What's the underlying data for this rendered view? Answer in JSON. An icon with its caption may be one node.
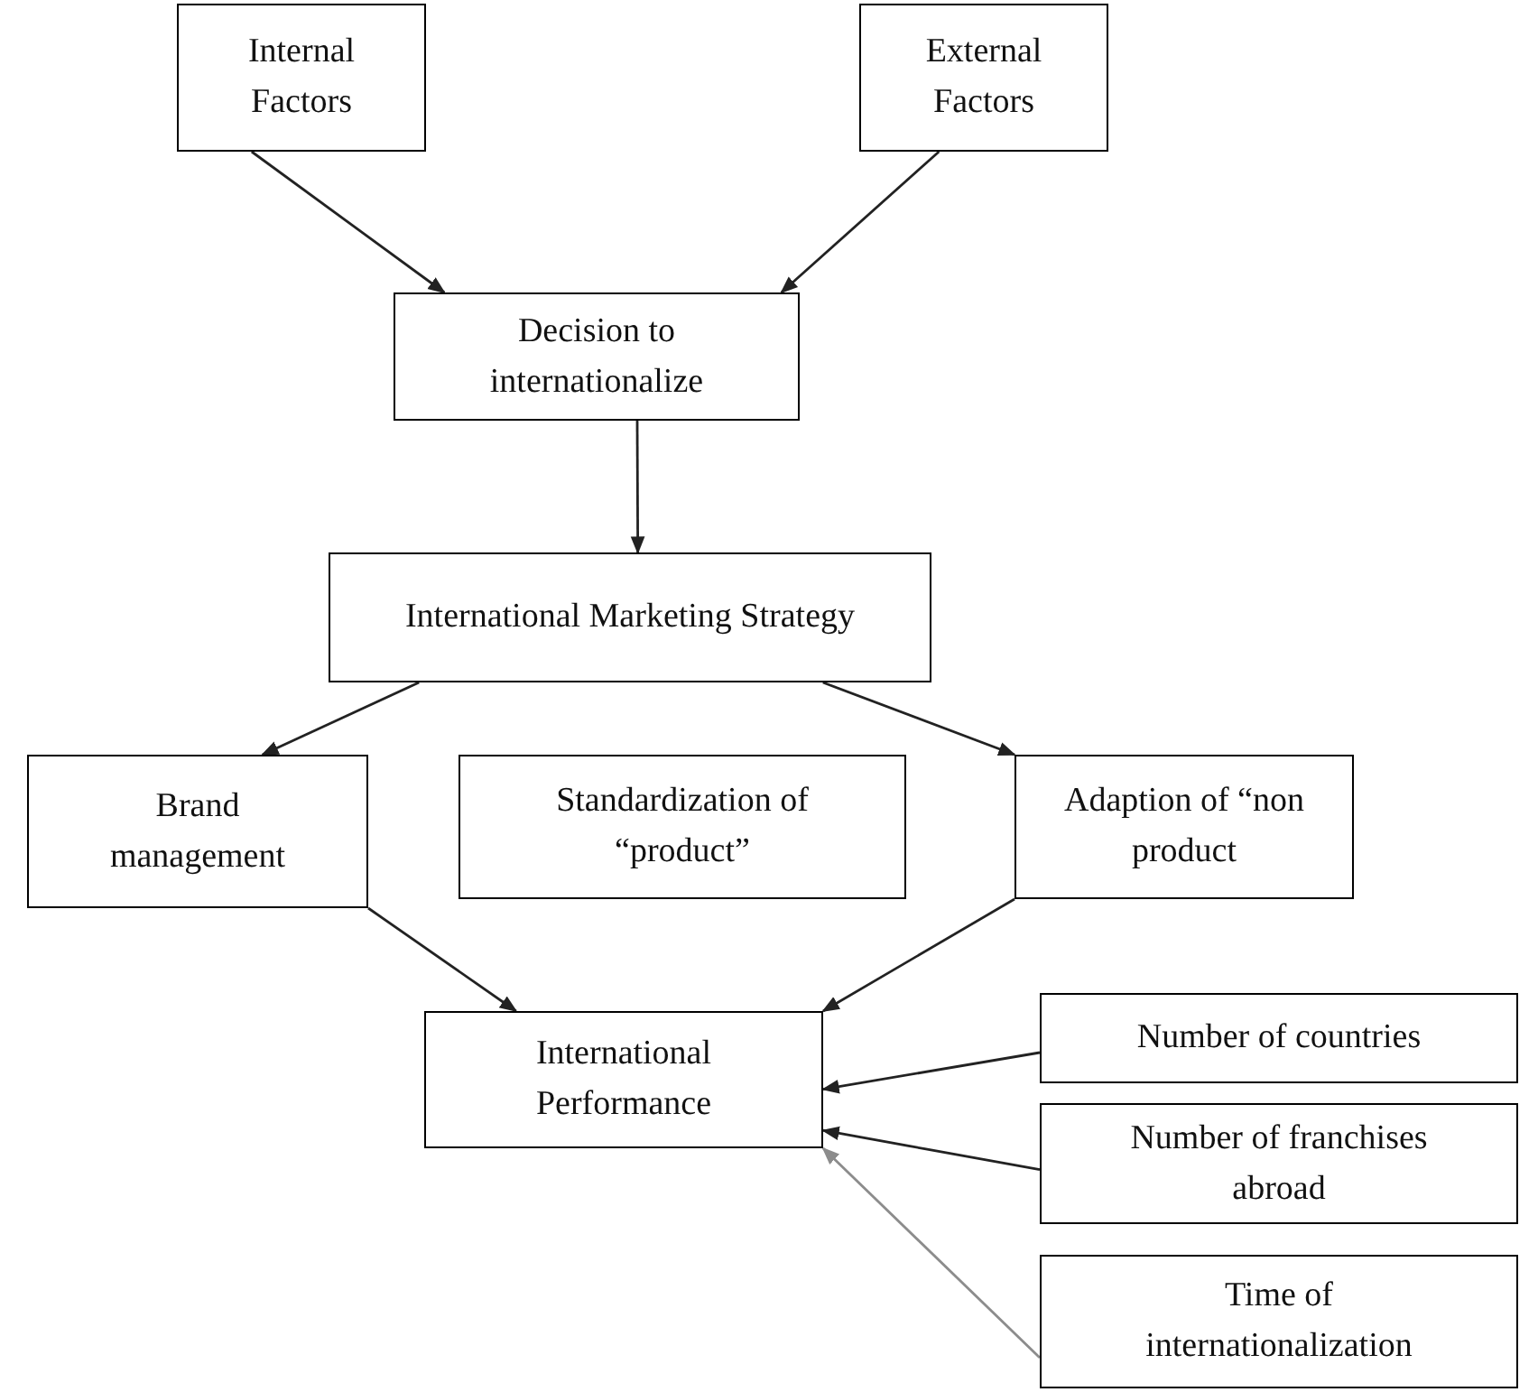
{
  "diagram": {
    "nodes": [
      {
        "text": [
          "Internal Factors"
        ]
      },
      {
        "text": [
          "External Factors"
        ]
      },
      {
        "text": [
          "Decision to internationalize"
        ]
      },
      {
        "text": [
          "International Marketing Strategy"
        ]
      },
      {
        "text": [
          "Brand management"
        ]
      },
      {
        "text": [
          "Standardization of “product”"
        ]
      },
      {
        "text": [
          "Adaption of “non product"
        ]
      },
      {
        "text": [
          "International Performance"
        ]
      },
      {
        "text": [
          "Number of countries"
        ]
      },
      {
        "text": [
          "Number of franchises abroad"
        ]
      },
      {
        "text": [
          "Time of internationalization"
        ]
      }
    ],
    "edges": [
      {
        "from": 0,
        "to": 2,
        "arrow": "to"
      },
      {
        "from": 1,
        "to": 2,
        "arrow": "to"
      },
      {
        "from": 2,
        "to": 3,
        "arrow": "to"
      },
      {
        "from": 3,
        "to": 4,
        "arrow": "to"
      },
      {
        "from": 3,
        "to": 6,
        "arrow": "to"
      },
      {
        "from": 4,
        "to": 7,
        "arrow": "to"
      },
      {
        "from": 6,
        "to": 7,
        "arrow": "to"
      },
      {
        "from": 8,
        "to": 7,
        "arrow": "to"
      },
      {
        "from": 9,
        "to": 7,
        "arrow": "to"
      },
      {
        "from": 10,
        "to": 7,
        "arrow": "to",
        "color": "#8c8c8c"
      }
    ]
  }
}
